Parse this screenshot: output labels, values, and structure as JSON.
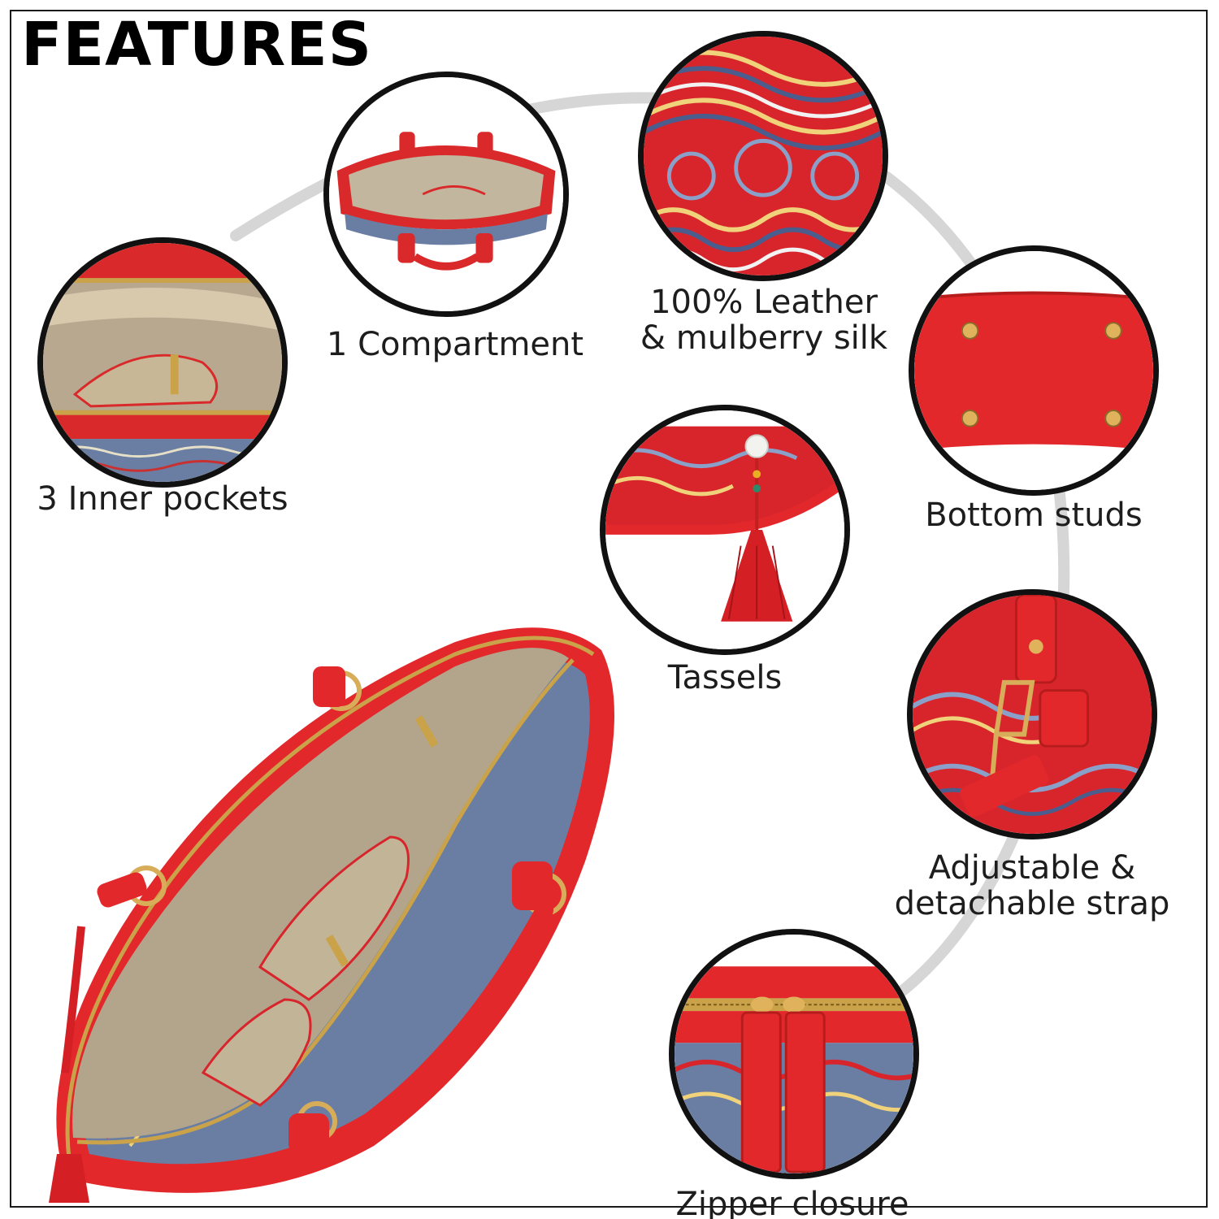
{
  "header": {
    "title": "FEATURES"
  },
  "features": [
    {
      "id": "inner-pockets",
      "label": "3 Inner pockets",
      "icon": "open-bag-pockets"
    },
    {
      "id": "compartment",
      "label": "1 Compartment",
      "icon": "open-bag-top"
    },
    {
      "id": "material",
      "label_line1": "100% Leather",
      "label_line2": "& mulberry silk",
      "icon": "silk-pattern"
    },
    {
      "id": "bottom-studs",
      "label": "Bottom studs",
      "icon": "bag-base-studs"
    },
    {
      "id": "tassels",
      "label": "Tassels",
      "icon": "tassel"
    },
    {
      "id": "strap",
      "label_line1": "Adjustable &",
      "label_line2": "detachable strap",
      "icon": "strap-clasp"
    },
    {
      "id": "zipper",
      "label": "Zipper closure",
      "icon": "zipper-pulls"
    }
  ],
  "colors": {
    "leather_red": "#e02a2a",
    "lining_beige": "#b9ab92",
    "zipper_gold": "#c9a24a",
    "arc_grey": "#d6d6d6",
    "outline": "#111111"
  }
}
